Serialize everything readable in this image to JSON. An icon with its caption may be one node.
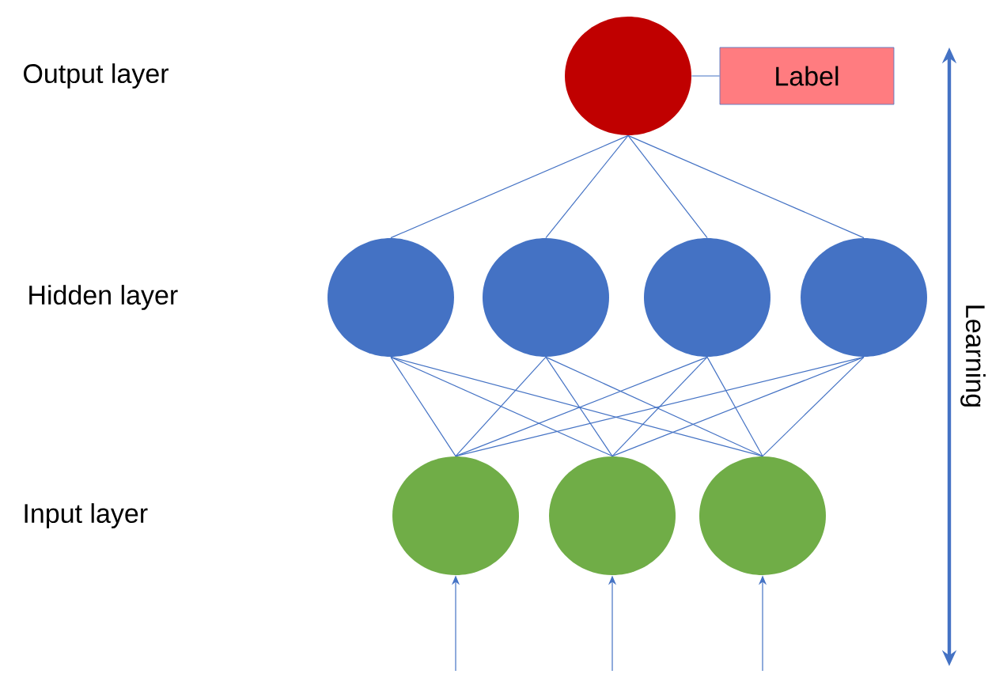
{
  "diagram": {
    "nodes": [
      {
        "text": [],
        "shape": "circle"
      },
      {
        "text": [
          "Label"
        ]
      },
      {
        "text": [],
        "shape": "circle"
      },
      {
        "text": [],
        "shape": "circle"
      },
      {
        "text": [],
        "shape": "circle"
      },
      {
        "text": [],
        "shape": "circle"
      },
      {
        "text": [],
        "shape": "circle"
      },
      {
        "text": [],
        "shape": "circle"
      },
      {
        "text": [],
        "shape": "circle"
      }
    ],
    "edges": [
      {
        "from": 0,
        "to": 1,
        "arrow": "none"
      },
      {
        "from": 2,
        "to": 0,
        "arrow": "none"
      },
      {
        "from": 3,
        "to": 0,
        "arrow": "none"
      },
      {
        "from": 4,
        "to": 0,
        "arrow": "none"
      },
      {
        "from": 5,
        "to": 0,
        "arrow": "none"
      },
      {
        "from": 6,
        "to": 2,
        "arrow": "none"
      },
      {
        "from": 6,
        "to": 3,
        "arrow": "none"
      },
      {
        "from": 6,
        "to": 4,
        "arrow": "none"
      },
      {
        "from": 6,
        "to": 5,
        "arrow": "none"
      },
      {
        "from": 7,
        "to": 2,
        "arrow": "none"
      },
      {
        "from": 7,
        "to": 3,
        "arrow": "none"
      },
      {
        "from": 7,
        "to": 4,
        "arrow": "none"
      },
      {
        "from": 7,
        "to": 5,
        "arrow": "none"
      },
      {
        "from": 8,
        "to": 2,
        "arrow": "none"
      },
      {
        "from": 8,
        "to": 3,
        "arrow": "none"
      },
      {
        "from": 8,
        "to": 4,
        "arrow": "none"
      },
      {
        "from": 8,
        "to": 5,
        "arrow": "none"
      },
      {
        "from": null,
        "to": 6,
        "arrow": "to"
      },
      {
        "from": null,
        "to": 7,
        "arrow": "to"
      },
      {
        "from": null,
        "to": 8,
        "arrow": "to"
      }
    ],
    "labels": [
      "Output layer",
      "Hidden layer",
      "Input layer",
      "Learning"
    ]
  }
}
